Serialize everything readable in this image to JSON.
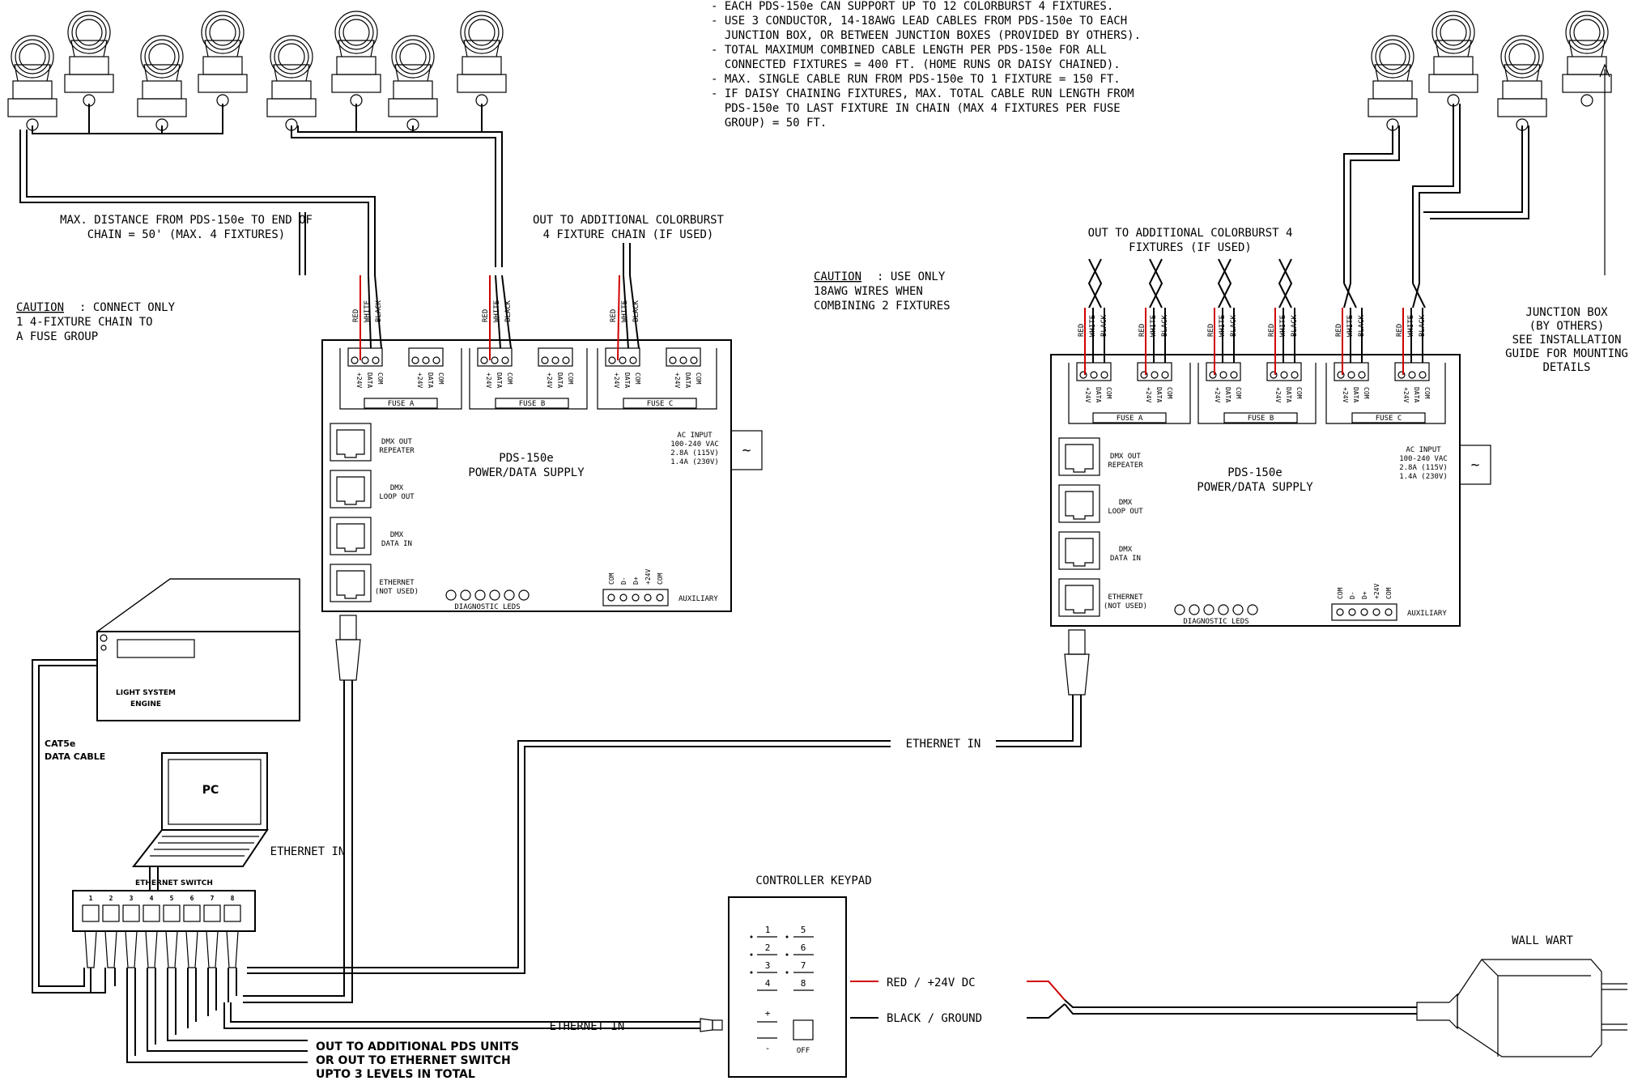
{
  "notes": [
    "- EACH PDS-150e CAN SUPPORT UP TO 12 COLORBURST 4 FIXTURES.",
    "- USE 3 CONDUCTOR, 14-18AWG LEAD CABLES FROM PDS-150e TO EACH",
    "  JUNCTION BOX, OR BETWEEN JUNCTION BOXES (PROVIDED BY OTHERS).",
    "- TOTAL MAXIMUM COMBINED CABLE LENGTH PER PDS-150e FOR ALL",
    "  CONNECTED FIXTURES = 400 FT. (HOME RUNS OR DAISY CHAINED).",
    "- MAX. SINGLE CABLE RUN FROM PDS-150e TO 1 FIXTURE = 150 FT.",
    "- IF DAISY CHAINING FIXTURES, MAX. TOTAL CABLE RUN LENGTH FROM",
    "  PDS-150e TO LAST FIXTURE IN CHAIN (MAX 4 FIXTURES PER FUSE",
    "  GROUP) = 50 FT."
  ],
  "labels": {
    "max_distance": [
      "MAX. DISTANCE FROM PDS-150e TO END OF",
      "CHAIN = 50' (MAX. 4 FIXTURES)"
    ],
    "out_chain": [
      "OUT TO ADDITIONAL COLORBURST",
      "4 FIXTURE CHAIN (IF USED)"
    ],
    "out_fixtures": [
      "OUT TO ADDITIONAL COLORBURST 4",
      "FIXTURES (IF USED)"
    ],
    "caution_left_word": "CAUTION",
    "caution_left": [
      ": CONNECT ONLY",
      "1 4-FIXTURE CHAIN TO",
      "A FUSE GROUP"
    ],
    "caution_mid_word": "CAUTION",
    "caution_mid": [
      ": USE ONLY",
      "18AWG WIRES WHEN",
      "COMBINING 2 FIXTURES"
    ],
    "junction_box": [
      "JUNCTION BOX",
      "(BY OTHERS)",
      "SEE INSTALLATION",
      "GUIDE FOR MOUNTING",
      "DETAILS"
    ],
    "ethernet_in": "ETHERNET IN",
    "cat5e": [
      "CAT5e",
      "DATA CABLE"
    ],
    "pc": "PC",
    "lse": [
      "LIGHT SYSTEM",
      "ENGINE"
    ],
    "ethernet_switch": "ETHERNET SWITCH",
    "switch_ports": [
      "1",
      "2",
      "3",
      "4",
      "5",
      "6",
      "7",
      "8"
    ],
    "out_pds": [
      "OUT TO ADDITIONAL PDS UNITS",
      "OR OUT TO ETHERNET SWITCH",
      "UPTO 3 LEVELS IN TOTAL"
    ],
    "controller_keypad": "CONTROLLER KEYPAD",
    "keypad_left": [
      "1",
      "2",
      "3",
      "4"
    ],
    "keypad_right": [
      "5",
      "6",
      "7",
      "8"
    ],
    "keypad_plus": "+",
    "keypad_minus": "-",
    "keypad_off": "OFF",
    "red_24v": "RED / +24V DC",
    "black_ground": "BLACK / GROUND",
    "wall_wart": "WALL WART"
  },
  "pds": {
    "title": "PDS-150e",
    "subtitle": "POWER/DATA SUPPLY",
    "dmx_out": [
      "DMX OUT",
      "REPEATER"
    ],
    "dmx_loop": [
      "DMX",
      "LOOP OUT"
    ],
    "dmx_in": [
      "DMX",
      "DATA IN"
    ],
    "ethernet": [
      "ETHERNET",
      "(NOT USED)"
    ],
    "ac_input": [
      "AC INPUT",
      "100-240 VAC",
      "2.8A (115V)",
      "1.4A (230V)"
    ],
    "diag_leds": "DIAGNOSTIC LEDS",
    "auxiliary": "AUXILIARY",
    "aux_pins": [
      "COM",
      "D-",
      "D+",
      "+24V",
      "COM"
    ],
    "fuses": [
      "FUSE A",
      "FUSE B",
      "FUSE C"
    ],
    "terminal_pins": [
      "+24V",
      "DATA",
      "COM"
    ],
    "wire_colors": [
      "RED",
      "WHITE",
      "BLACK"
    ]
  },
  "colors": {
    "power_wire": "#d00000",
    "line": "#000000"
  }
}
